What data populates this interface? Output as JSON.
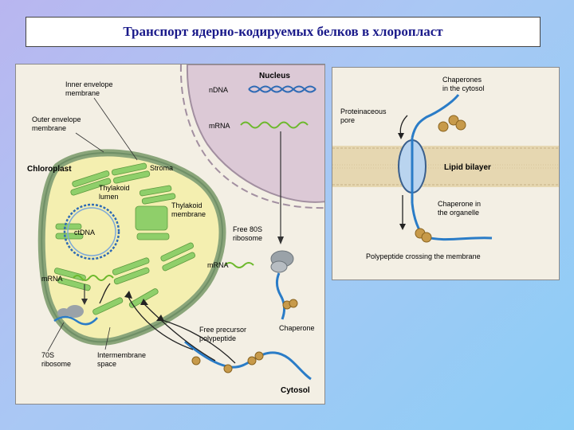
{
  "title": "Транспорт ядерно-кодируемых белков в хлоропласт",
  "left_diagram": {
    "nucleus": "Nucleus",
    "ndna": "nDNA",
    "mrna_nucleus": "mRNA",
    "inner_envelope": [
      "Inner envelope",
      "membrane"
    ],
    "outer_envelope": [
      "Outer envelope",
      "membrane"
    ],
    "chloroplast": "Chloroplast",
    "stroma": "Stroma",
    "thylakoid_lumen": [
      "Thylakoid",
      "lumen"
    ],
    "thylakoid_membrane": [
      "Thylakoid",
      "membrane"
    ],
    "ctdna": "ctDNA",
    "mrna_chloroplast": "mRNA",
    "free_ribosome": [
      "Free 80S",
      "ribosome"
    ],
    "mrna_cytosol": "mRNA",
    "chaperone": "Chaperone",
    "free_precursor": [
      "Free precursor",
      "polypeptide"
    ],
    "ribosome_70s": [
      "70S",
      "ribosome"
    ],
    "intermembrane": [
      "Intermembrane",
      "space"
    ],
    "cytosol": "Cytosol"
  },
  "right_diagram": {
    "chaperones_cytosol": [
      "Chaperones",
      "in the cytosol"
    ],
    "pore": [
      "Proteinaceous",
      "pore"
    ],
    "lipid_bilayer": "Lipid bilayer",
    "chaperone_organelle": [
      "Chaperone in",
      "the organelle"
    ],
    "crossing": "Polypeptide crossing the membrane"
  },
  "colors": {
    "title_text": "#1a1a8a",
    "nucleus_fill": "#dcc9d6",
    "chloroplast_fill": "#f4efb0",
    "thylakoid": "#8fcf6a",
    "mrna": "#6cb82c",
    "dna": "#2f6bb5",
    "polypeptide": "#2a7cc7",
    "chaperone": "#c79a4a",
    "ribosome": "#9aa2a8",
    "membrane": "#e6d7b1"
  }
}
